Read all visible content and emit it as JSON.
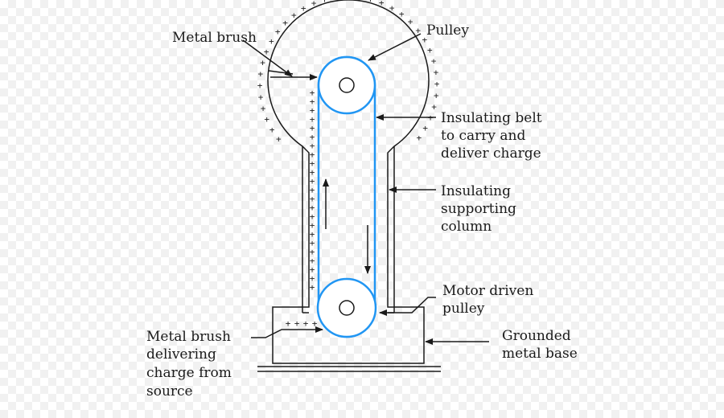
{
  "labels": {
    "metal_brush_top": "Metal brush",
    "pulley": "Pulley",
    "belt_1": "Insulating belt",
    "belt_2": "to carry and",
    "belt_3": "deliver charge",
    "column_1": "Insulating",
    "column_2": "supporting",
    "column_3": "column",
    "motor_1": "Motor driven",
    "motor_2": "pulley",
    "base_1": "Grounded",
    "base_2": "metal base",
    "brush_b_1": "Metal brush",
    "brush_b_2": "delivering",
    "brush_b_3": "charge from",
    "brush_b_4": "source"
  },
  "charge_symbol": "+",
  "colors": {
    "belt": "#2196f3",
    "ink": "#1a1a1a"
  }
}
